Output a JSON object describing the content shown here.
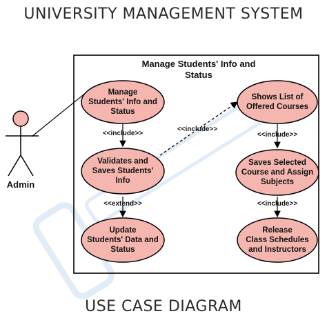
{
  "header": {
    "title": "UNIVERSITY MANAGEMENT SYSTEM"
  },
  "footer": {
    "title": "USE CASE DIAGRAM"
  },
  "system": {
    "label_line1": "Manage Students' Info and",
    "label_line2": "Status"
  },
  "actor": {
    "name": "Admin"
  },
  "colors": {
    "usecase_fill": "#f4b6ae",
    "stroke": "#000000",
    "watermark": "#c9ddf0"
  },
  "use_cases": [
    {
      "id": "manage",
      "lines": [
        "Manage",
        "Students' Info and",
        "Status"
      ]
    },
    {
      "id": "validate",
      "lines": [
        "Validates and",
        "Saves Students'",
        "Info"
      ]
    },
    {
      "id": "update",
      "lines": [
        "Update",
        "Students' Data and",
        "Status"
      ]
    },
    {
      "id": "shows",
      "lines": [
        "Shows List of",
        "Offered Courses"
      ]
    },
    {
      "id": "saves",
      "lines": [
        "Saves Selected",
        "Course and Assign",
        "Subjects"
      ]
    },
    {
      "id": "release",
      "lines": [
        "Release",
        "Class Schedules",
        "and Instructors"
      ]
    }
  ],
  "relations": {
    "manage_validate": "<<include>>",
    "validate_shows": "<<include>>",
    "validate_update": "<<extend>>",
    "shows_saves": "<<include>>",
    "saves_release": "<<include>>"
  }
}
